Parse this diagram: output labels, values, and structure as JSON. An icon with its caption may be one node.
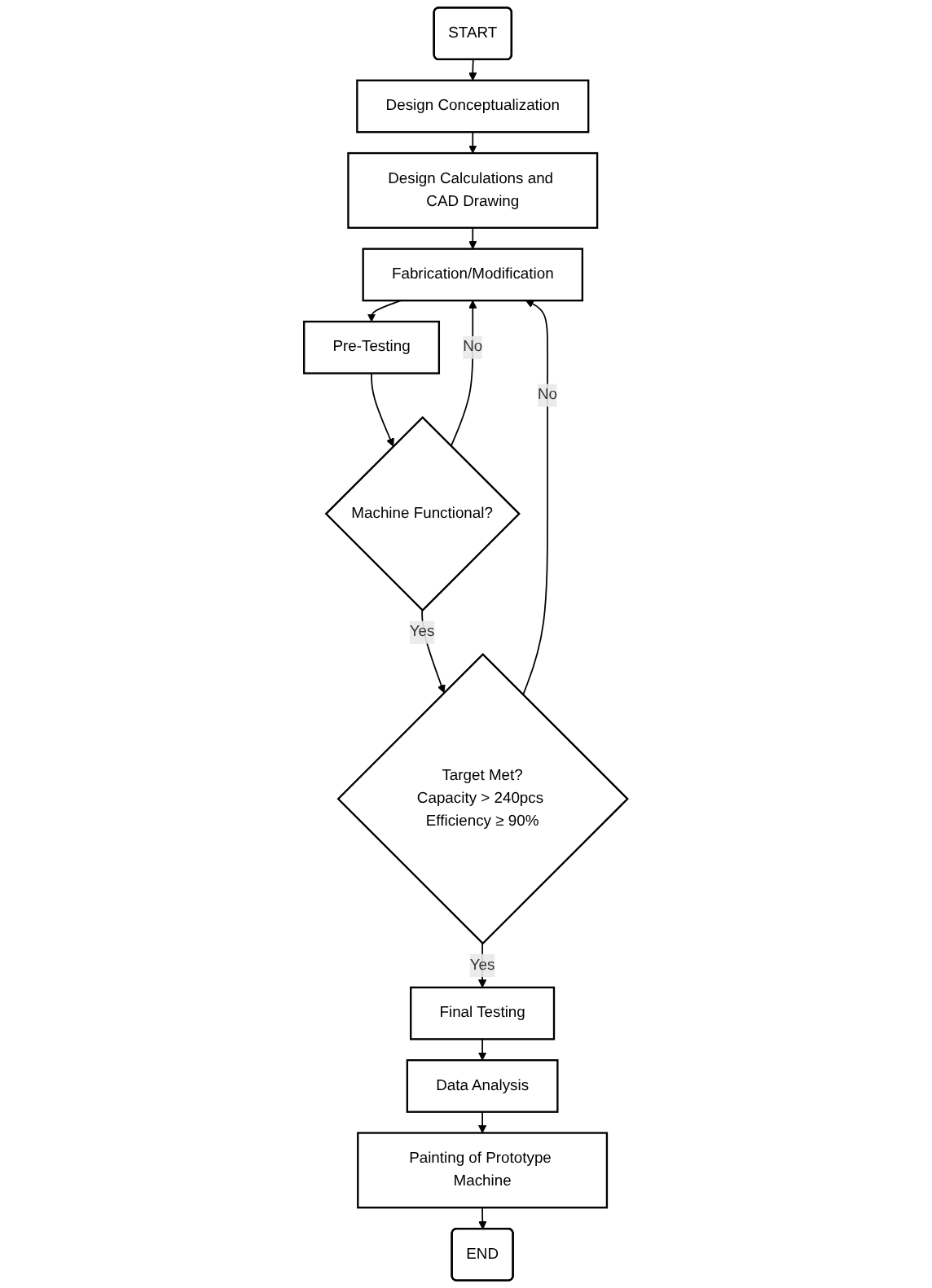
{
  "diagram": {
    "nodes": [
      {
        "text": [
          "START"
        ]
      },
      {
        "text": [
          "Design Conceptualization"
        ]
      },
      {
        "text": [
          "Design Calculations and CAD Drawing"
        ]
      },
      {
        "text": [
          "Fabrication/Modification"
        ]
      },
      {
        "text": [
          "Pre-Testing"
        ]
      },
      {
        "text": [
          "Machine Functional?"
        ]
      },
      {
        "text": [
          "Target Met?",
          "Capacity > 240pcs Efficiency ≥ 90%"
        ]
      },
      {
        "text": [
          "Final Testing"
        ]
      },
      {
        "text": [
          "Data Analysis"
        ]
      },
      {
        "text": [
          "Painting of Prototype Machine"
        ]
      },
      {
        "text": [
          "END"
        ]
      }
    ],
    "edges": [
      {
        "from": 0,
        "to": 1,
        "arrow": "to"
      },
      {
        "from": 1,
        "to": 2,
        "arrow": "to"
      },
      {
        "from": 2,
        "to": 3,
        "arrow": "to"
      },
      {
        "from": 3,
        "to": 4,
        "arrow": "to"
      },
      {
        "from": 4,
        "to": 5,
        "arrow": "to"
      },
      {
        "from": 5,
        "to": 6,
        "arrow": "to",
        "label": "Yes"
      },
      {
        "from": 5,
        "to": 3,
        "arrow": "to",
        "label": "No"
      },
      {
        "from": 6,
        "to": 7,
        "arrow": "to",
        "label": "Yes"
      },
      {
        "from": 6,
        "to": 3,
        "arrow": "to",
        "label": "No"
      },
      {
        "from": 7,
        "to": 8,
        "arrow": "to"
      },
      {
        "from": 8,
        "to": 9,
        "arrow": "to"
      },
      {
        "from": 9,
        "to": 10,
        "arrow": "to"
      }
    ]
  }
}
